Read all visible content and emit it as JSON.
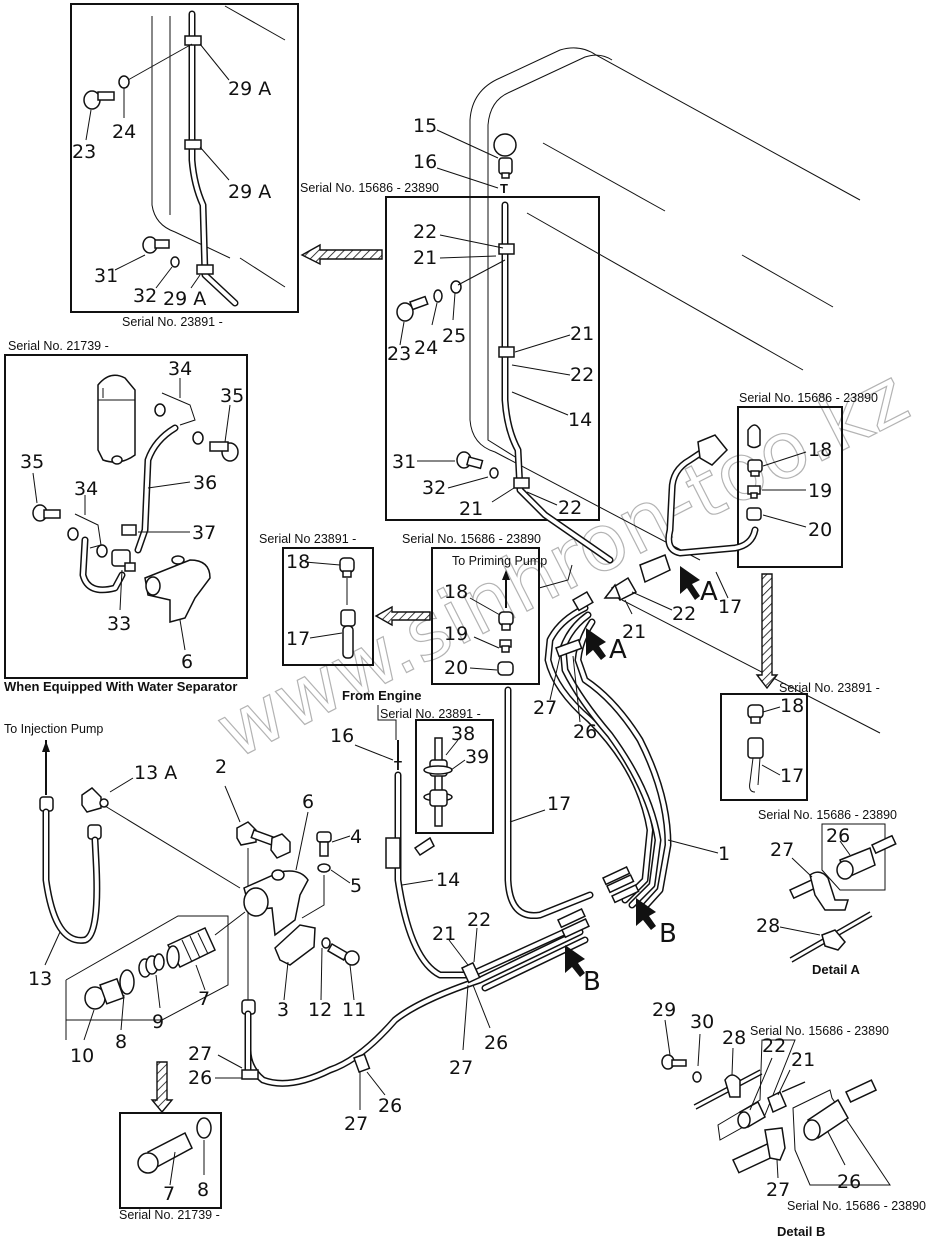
{
  "document": {
    "type": "parts-catalog-exploded-view",
    "subject": "Fuel piping with fuel filter and water separator"
  },
  "watermark": "www.sinhron-too.kz",
  "captions": {
    "serial_23891_topleft": "Serial No. 23891 -",
    "serial_15686_23890_top": "Serial No. 15686 - 23890",
    "serial_21739_waterSep": "Serial No. 21739 -",
    "water_separator_note": "When Equipped With Water Separator",
    "serial_15686_23890_right": "Serial No. 15686 - 23890",
    "serial_23891_left_small": "Serial No 23891 -",
    "serial_15686_23890_priming": "Serial No. 15686 - 23890",
    "to_priming_pump": "To Priming Pump",
    "from_engine": "From Engine",
    "serial_23891_engine": "Serial No. 23891 -",
    "serial_23891_right_small": "Serial No. 23891 -",
    "to_injection_pump": "To Injection Pump",
    "serial_15686_23890_detailA": "Serial No. 15686 - 23890",
    "detail_a": "Detail A",
    "serial_21739_bottom": "Serial No. 21739 -",
    "serial_15686_23890_detailB_top": "Serial No. 15686 - 23890",
    "serial_15686_23890_detailB_bottom": "Serial No. 15686 - 23890",
    "detail_b": "Detail B"
  },
  "view_arrows": {
    "A1": "A",
    "A2": "A",
    "B1": "B",
    "B2": "B"
  },
  "callouts": {
    "topleft": {
      "c29a_1": "29 A",
      "c29a_2": "29 A",
      "c29a_3": "29 A",
      "c23": "23",
      "c24": "24",
      "c31": "31",
      "c32": "32"
    },
    "top_center": {
      "c15": "15",
      "c16": "16",
      "c22a": "22",
      "c21a": "21",
      "c23": "23",
      "c24": "24",
      "c25": "25",
      "c21b": "21",
      "c22b": "22",
      "c14": "14",
      "c31": "31",
      "c32": "32",
      "c21c": "21",
      "c22c": "22"
    },
    "water_separator": {
      "c34a": "34",
      "c35a": "35",
      "c35b": "35",
      "c36": "36",
      "c34b": "34",
      "c37": "37",
      "c33": "33",
      "c6": "6"
    },
    "right_top_box": {
      "c18": "18",
      "c19": "19",
      "c20": "20"
    },
    "middle_pipes": {
      "c22": "22",
      "c21": "21",
      "c17": "17",
      "c27": "27",
      "c26": "26",
      "c1": "1",
      "c17b": "17",
      "c14": "14",
      "c21b": "21",
      "c22b": "22",
      "c27b": "27",
      "c26b": "26"
    },
    "left_small_box": {
      "c18": "18",
      "c17": "17"
    },
    "priming_box": {
      "c18": "18",
      "c19": "19",
      "c20": "20"
    },
    "engine_box": {
      "c16": "16",
      "c38": "38",
      "c39": "39"
    },
    "right_small_box": {
      "c18": "18",
      "c17": "17"
    },
    "filter_assembly": {
      "c13a": "13 A",
      "c13": "13",
      "c2": "2",
      "c6": "6",
      "c4": "4",
      "c5": "5",
      "c7": "7",
      "c9": "9",
      "c8": "8",
      "c10": "10",
      "c3": "3",
      "c12": "12",
      "c11": "11",
      "c27": "27",
      "c26": "26",
      "c27b": "27",
      "c26b": "26"
    },
    "bottom_box": {
      "c7": "7",
      "c8": "8"
    },
    "detail_a": {
      "c27": "27",
      "c26": "26",
      "c28": "28"
    },
    "detail_b": {
      "c29": "29",
      "c30": "30",
      "c28": "28",
      "c22": "22",
      "c21": "21",
      "c27": "27",
      "c26": "26"
    }
  }
}
